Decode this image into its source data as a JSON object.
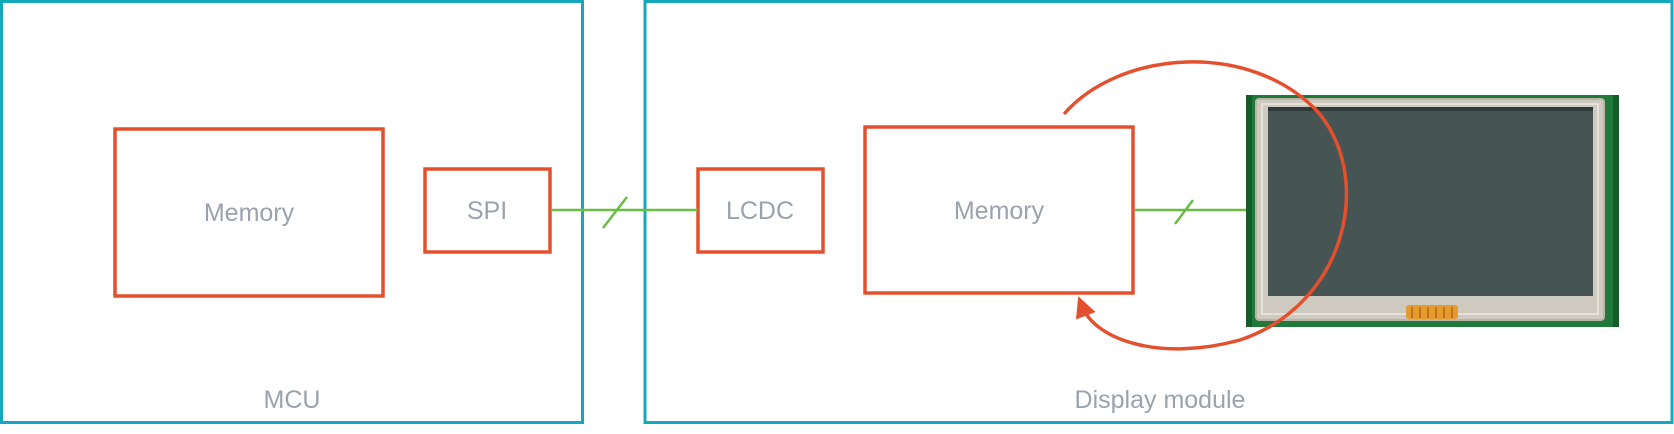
{
  "colors": {
    "group_border": "#14a8bf",
    "block_border": "#e4502d",
    "connector": "#69bd45",
    "label_text": "#9aa3ad",
    "lcd_pcb": "#1f7a3a",
    "lcd_frame": "#cfcac0",
    "lcd_screen": "#465453",
    "lcd_connector": "#e69a2d"
  },
  "groups": {
    "mcu": {
      "label": "MCU"
    },
    "display_module": {
      "label": "Display module"
    }
  },
  "blocks": {
    "mcu_memory": {
      "label": "Memory"
    },
    "spi": {
      "label": "SPI"
    },
    "lcdc": {
      "label": "LCDC"
    },
    "display_memory": {
      "label": "Memory"
    }
  },
  "icons": {
    "lcd_panel": "lcd-panel-icon",
    "refresh_loop": "refresh-loop-arrow-icon"
  }
}
